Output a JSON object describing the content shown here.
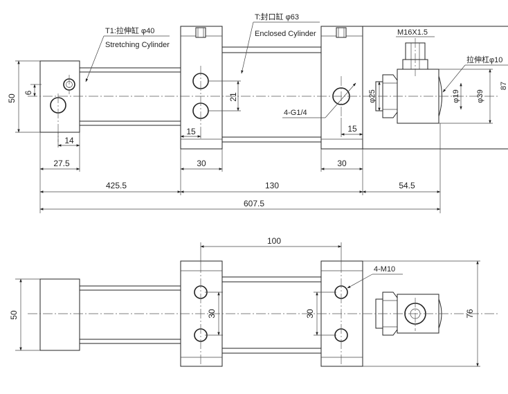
{
  "labels": {
    "t1_label": "T1:拉伸缸 φ40",
    "t1_en": "Stretching Cylinder",
    "t_label": "T:封口缸 φ63",
    "t_en": "Enclosed Cylinder",
    "thread_label": "M16X1.5",
    "rod_label": "拉伸杠φ10",
    "port_label": "4-G1/4",
    "mount_label": "4-M10"
  },
  "dims_top": {
    "d50": "50",
    "d6": "6",
    "d14": "14",
    "d27_5": "27.5",
    "d425_5": "425.5",
    "d130": "130",
    "d54_5": "54.5",
    "d607_5": "607.5",
    "d30_left": "30",
    "d30_right": "30",
    "d15_left": "15",
    "d15_right": "15",
    "d21": "21",
    "d25": "φ25",
    "d19": "φ19",
    "d39": "φ39",
    "d87": "87"
  },
  "dims_bottom": {
    "d100": "100",
    "d50": "50",
    "d30_left": "30",
    "d30_right": "30",
    "d76": "76"
  }
}
